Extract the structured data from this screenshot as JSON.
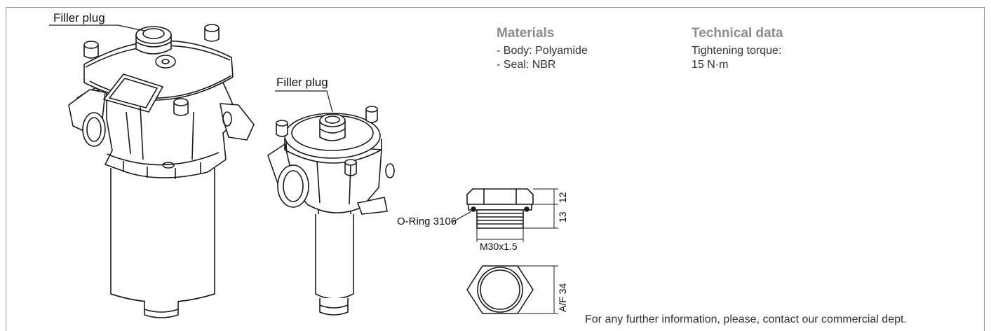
{
  "labels": {
    "filler_plug_large": "Filler plug",
    "filler_plug_small": "Filler plug",
    "oring": "O-Ring 3106",
    "thread": "M30x1.5",
    "dim_12": "12",
    "dim_13": "13",
    "dim_af": "A/F 34"
  },
  "materials": {
    "heading": "Materials",
    "lines": [
      "- Body: Polyamide",
      "- Seal: NBR"
    ]
  },
  "technical": {
    "heading": "Technical data",
    "lines": [
      "Tightening torque:",
      "15 N·m"
    ]
  },
  "footer": "For any further information, please, contact our commercial dept."
}
